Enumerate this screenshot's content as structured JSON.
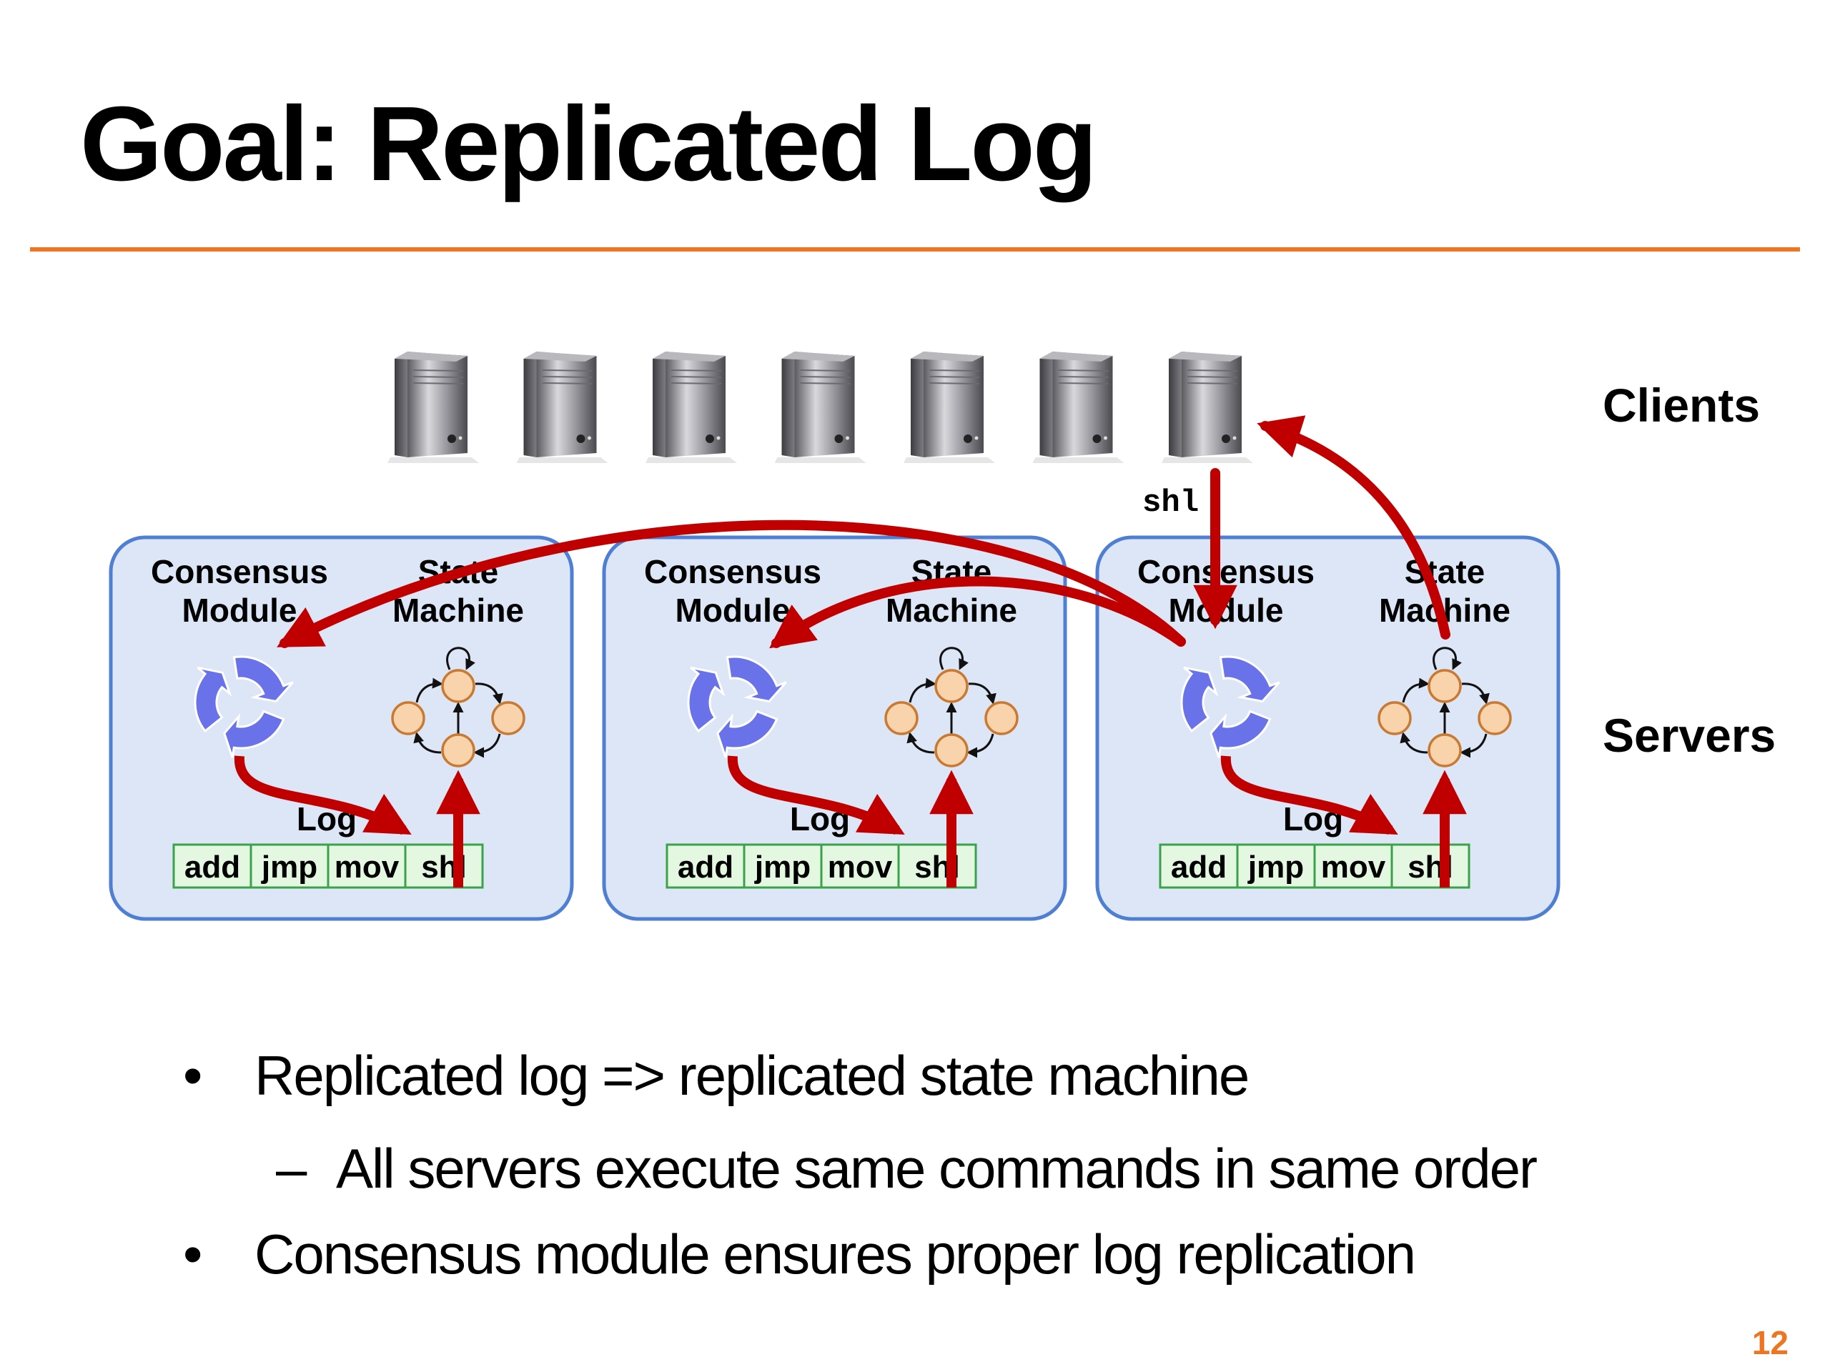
{
  "title": "Goal: Replicated Log",
  "labels": {
    "clients": "Clients",
    "servers": "Servers",
    "client_command": "shl"
  },
  "server": {
    "consensus_label": [
      "Consensus",
      "Module"
    ],
    "state_machine_label": [
      "State",
      "Machine"
    ],
    "log_label": "Log",
    "log_entries": [
      "add",
      "jmp",
      "mov",
      "shl"
    ]
  },
  "client_count": 7,
  "server_count": 3,
  "bullets": [
    {
      "level": 1,
      "marker": "•",
      "text": "Replicated log => replicated state machine"
    },
    {
      "level": 2,
      "marker": "–",
      "text": "All servers execute same commands in same order"
    },
    {
      "level": 1,
      "marker": "•",
      "text": "Consensus module ensures proper log replication"
    }
  ],
  "page_number": "12",
  "colors": {
    "accent": "#ee7623",
    "arrow": "#c00000",
    "server_box_fill": "#dde6f6",
    "server_box_stroke": "#4f7fd3",
    "consensus_icon": "#6a72ea",
    "state_node_fill": "#f9d3ab",
    "state_node_stroke": "#c97a32",
    "log_fill": "#e3f7e1",
    "log_stroke": "#3aa34a"
  }
}
